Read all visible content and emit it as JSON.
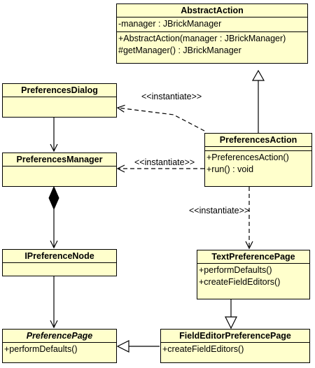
{
  "classes": {
    "abstract_action": {
      "name": "AbstractAction",
      "attributes": [
        "-manager : JBrickManager"
      ],
      "operations": [
        "+AbstractAction(manager : JBrickManager)",
        "#getManager() : JBrickManager"
      ]
    },
    "preferences_dialog": {
      "name": "PreferencesDialog"
    },
    "preferences_action": {
      "name": "PreferencesAction",
      "operations": [
        "+PreferencesAction()",
        "+run() : void"
      ]
    },
    "preferences_manager": {
      "name": "PreferencesManager"
    },
    "ipreference_node": {
      "name": "IPreferenceNode"
    },
    "text_preference_page": {
      "name": "TextPreferencePage",
      "operations": [
        "+performDefaults()",
        "+createFieldEditors()"
      ]
    },
    "preference_page": {
      "name": "PreferencePage",
      "operations": [
        "+performDefaults()"
      ]
    },
    "field_editor_preference_page": {
      "name": "FieldEditorPreferencePage",
      "operations": [
        "+createFieldEditors()"
      ]
    }
  },
  "relations": {
    "instantiate_dialog": "<<instantiate>>",
    "instantiate_manager": "<<instantiate>>",
    "instantiate_text_page": "<<instantiate>>"
  }
}
